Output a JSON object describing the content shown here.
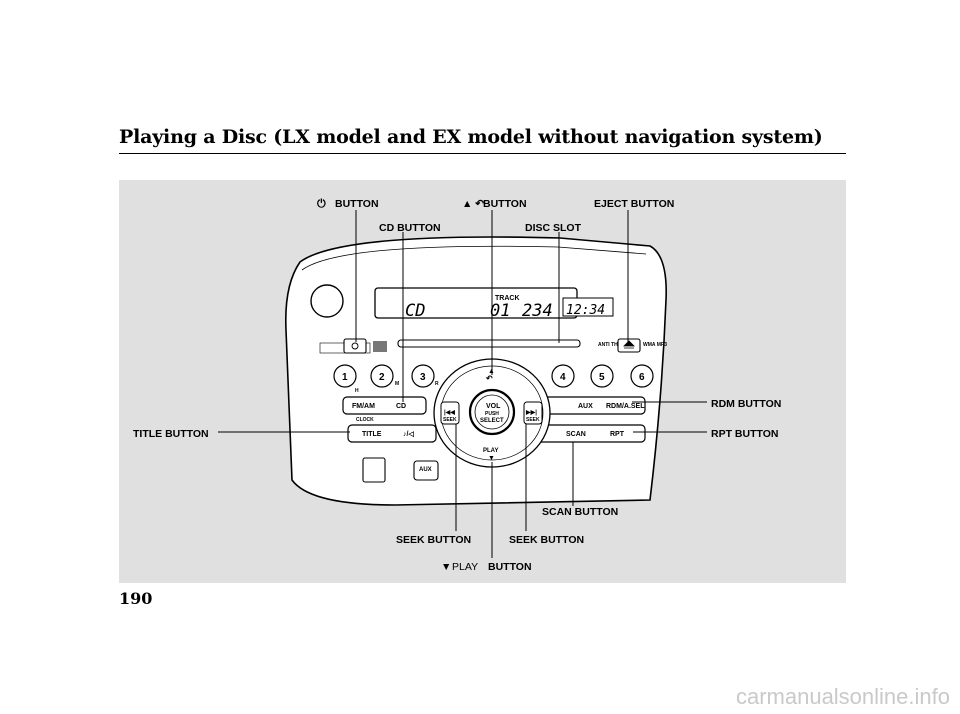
{
  "page": {
    "heading": "Playing a Disc (LX model and EX model without navigation system)",
    "page_number": "190",
    "watermark": "carmanualsonline.info"
  },
  "callouts": {
    "power_button": "BUTTON",
    "return_button": "BUTTON",
    "eject_button": "EJECT BUTTON",
    "cd_button": "CD BUTTON",
    "disc_slot": "DISC SLOT",
    "rdm_button": "RDM BUTTON",
    "title_button": "TITLE BUTTON",
    "rpt_button": "RPT BUTTON",
    "scan_button": "SCAN BUTTON",
    "seek_button_left": "SEEK BUTTON",
    "seek_button_right": "SEEK BUTTON",
    "play_button_prefix": "PLAY",
    "play_button": "BUTTON"
  },
  "unit": {
    "display": {
      "source": "CD",
      "track": "01",
      "time_value": "234",
      "clock": "12:34",
      "track_label": "TRACK"
    },
    "presets": [
      "1",
      "2",
      "3",
      "4",
      "5",
      "6"
    ],
    "preset_marks": {
      "two": "M",
      "three": "R",
      "one": "H"
    },
    "buttons": {
      "fm_am": "FM/AM",
      "cd": "CD",
      "clock": "CLOCK",
      "title": "TITLE",
      "music_note": "♪/◁",
      "aux": "AUX",
      "rdm_a_sel": "RDM/A.SEL",
      "scan": "SCAN",
      "rpt": "RPT",
      "seek_left": "SEEK",
      "seek_right": "SEEK",
      "knob_vol": "VOL",
      "knob_push": "PUSH",
      "knob_select": "SELECT",
      "play": "PLAY",
      "aux_jack": "AUX",
      "anti_theft": "ANTI THEFT",
      "wma_mp3": "WMA MP3"
    }
  }
}
